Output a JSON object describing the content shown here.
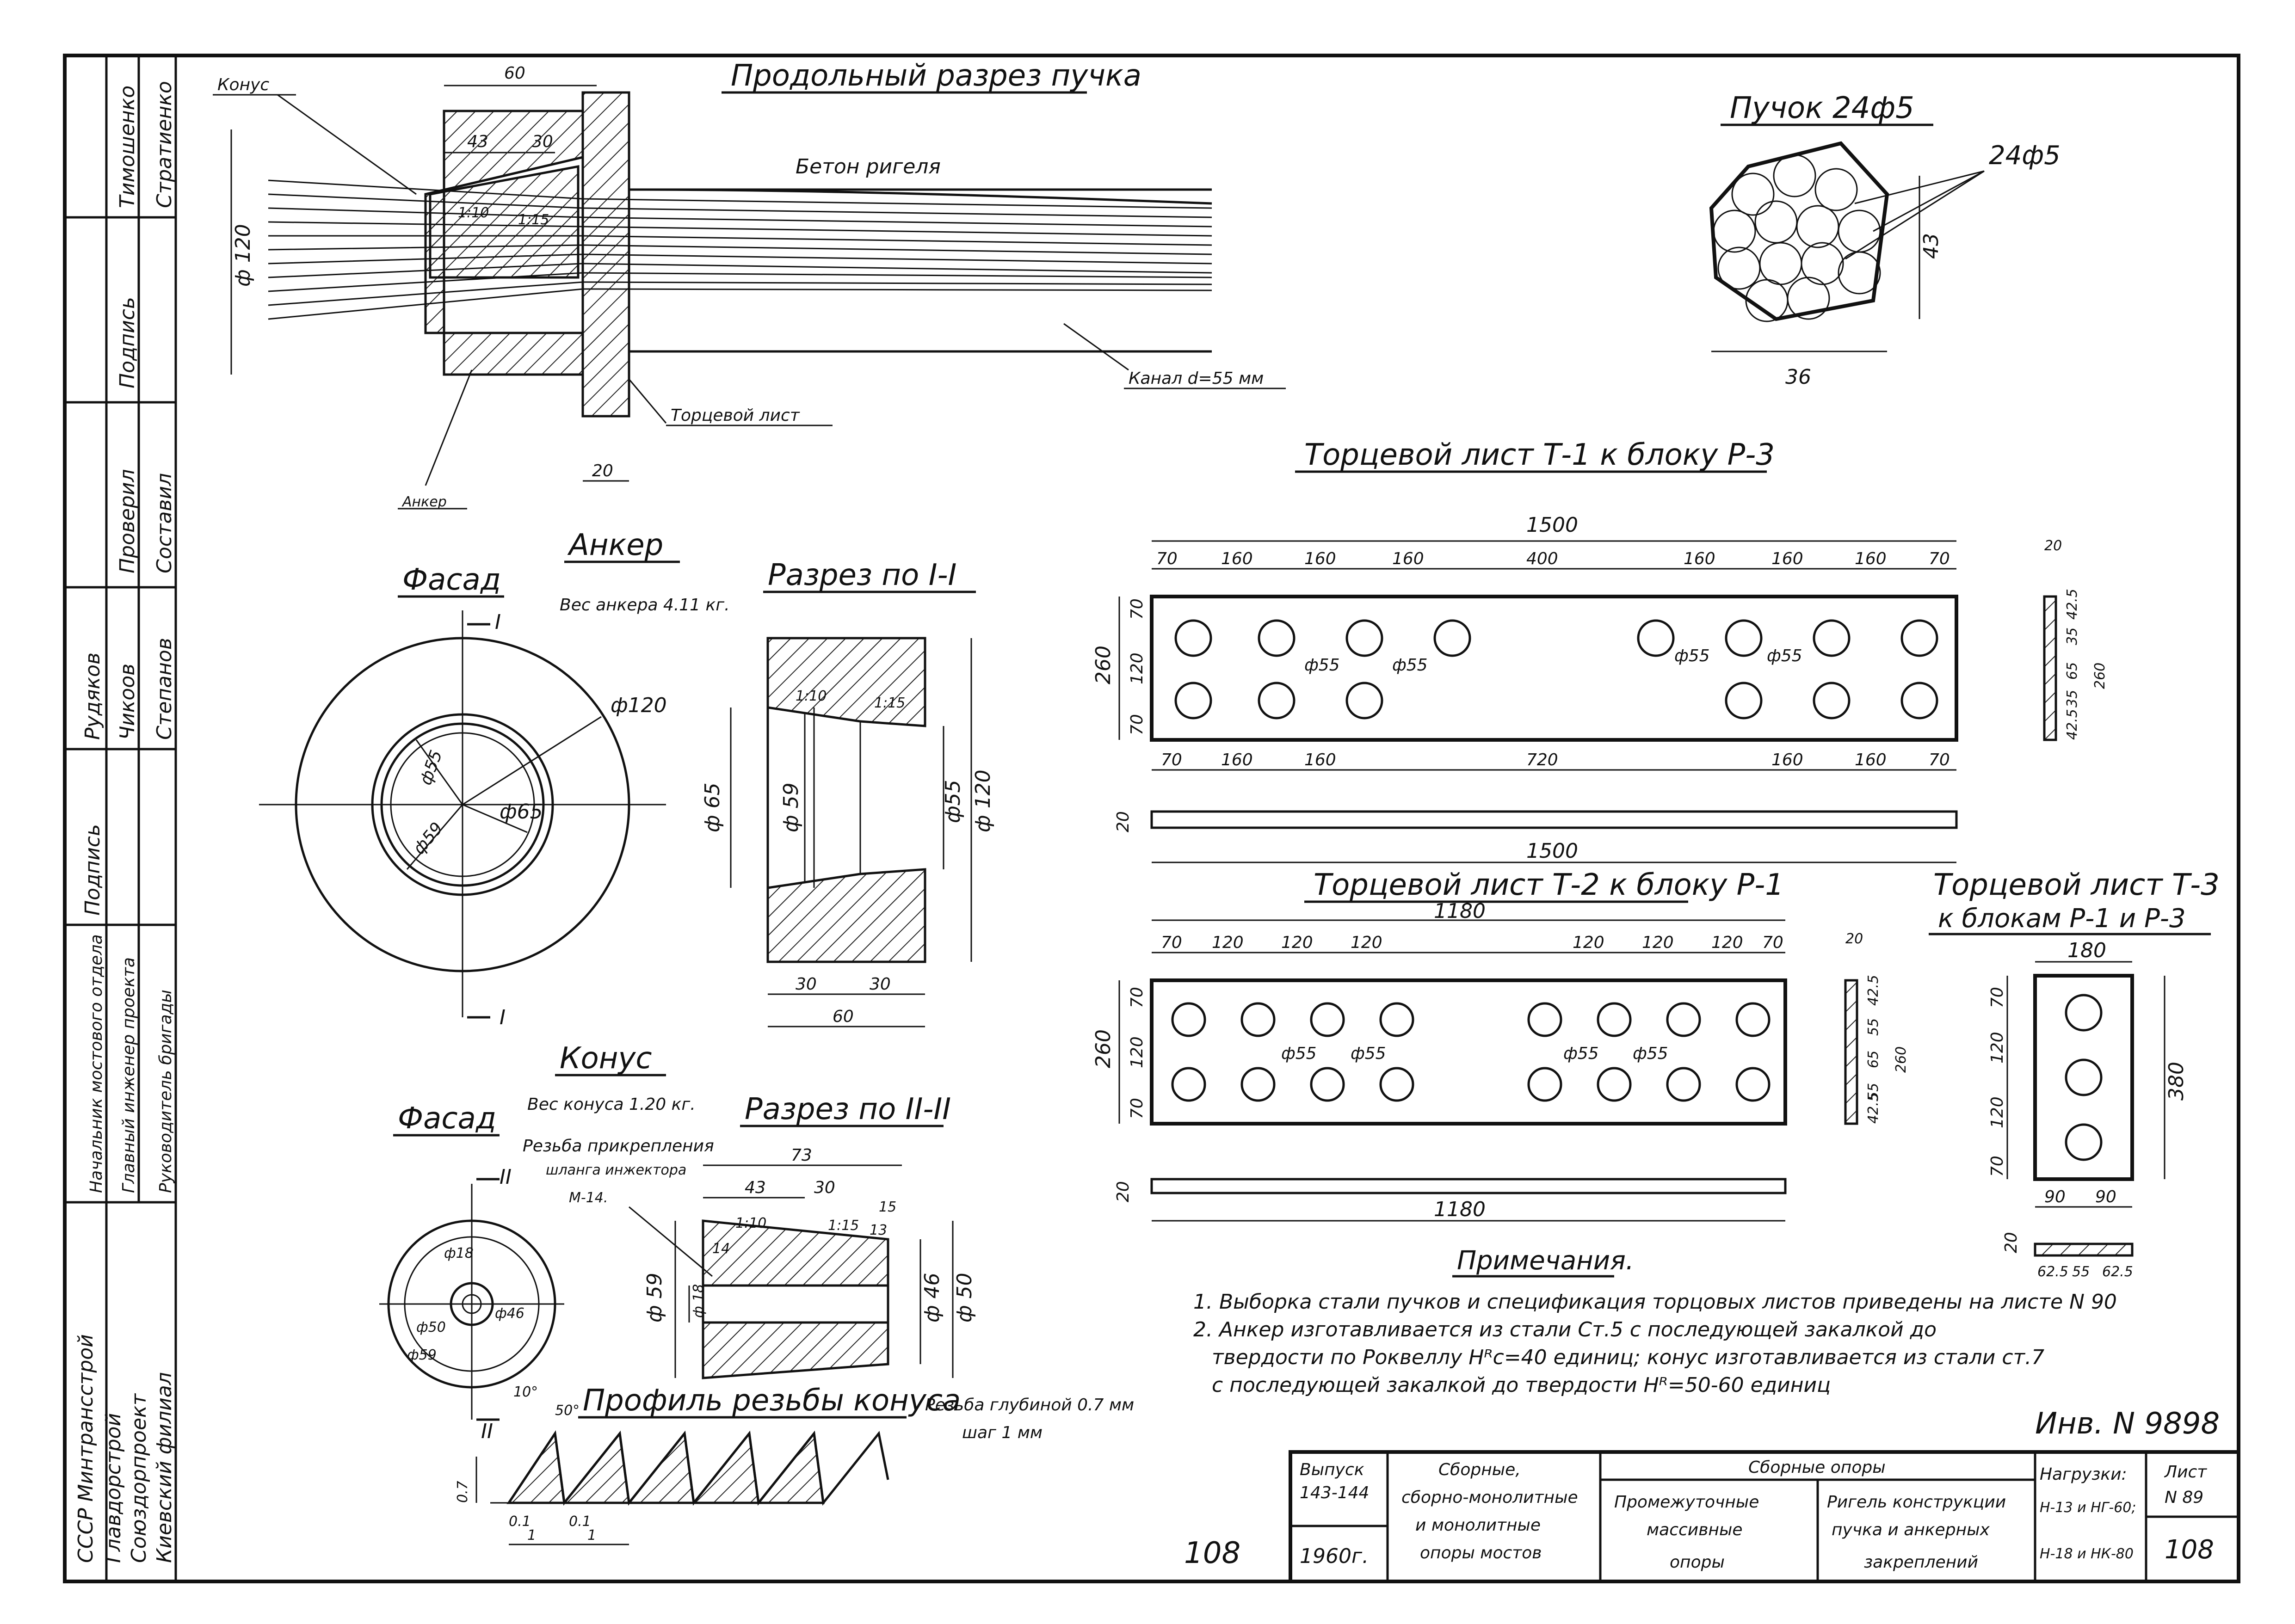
{
  "side_stamp": {
    "names": [
      "Тимошенко",
      "Стратиенко",
      "Подпись",
      "Проверил",
      "Составил",
      "Рудяков",
      "Чикоов",
      "Степанов",
      "Подпись"
    ],
    "roles": [
      "Начальник мостового отдела",
      "Главный инженер проекта",
      "Руководитель бригады"
    ],
    "org": [
      "СССР Минтрансстрой",
      "Главдорстрой",
      "Союздорпроект",
      "Киевский филиал"
    ]
  },
  "long_section": {
    "title": "Продольный разрез пучка",
    "konus": "Конус",
    "dim_60": "60",
    "dim_43": "43",
    "dim_30": "30",
    "slope_1": "1:10",
    "slope_2": "1:15",
    "phi120": "ф 120",
    "concrete": "Бетон ригеля",
    "channel": "Канал d=55 мм",
    "end_plate": "Торцевой лист",
    "dim_20": "20",
    "anchor": "Анкер"
  },
  "bundle": {
    "title": "Пучок 24ф5",
    "callout": "24ф5",
    "dim_43": "43",
    "dim_36": "36"
  },
  "anchor": {
    "title": "Анкер",
    "weight": "Вес анкера 4.11 кг.",
    "facade": "Фасад",
    "mark_I": "I",
    "phi120": "ф120",
    "phi65": "ф65",
    "phi59": "ф59",
    "phi55": "ф55",
    "section_title": "Разрез по I-I",
    "s_slope1": "1:10",
    "s_slope2": "1:15",
    "s_phi65": "ф 65",
    "s_phi59": "ф 59",
    "s_phi55": "ф55",
    "s_phi120": "ф 120",
    "s_30a": "30",
    "s_30b": "30",
    "s_60": "60"
  },
  "cone": {
    "title": "Конус",
    "weight": "Вес конуса 1.20 кг.",
    "facade": "Фасад",
    "mark_II": "II",
    "phi18": "ф18",
    "phi59": "ф59",
    "phi50": "ф50",
    "phi46": "ф46",
    "section_title": "Разрез по II-II",
    "thread_note_1": "Резьба прикрепления",
    "thread_note_2": "шланга инжектора",
    "thread_note_3": "М-14.",
    "d73": "73",
    "d43": "43",
    "d30": "30",
    "d15": "15",
    "sl1": "1:10",
    "sl2": "1:15",
    "sl3": "13",
    "s_phi59": "ф 59",
    "s_phi18": "ф 18",
    "s_phi46": "ф 46",
    "s_phi50": "ф 50",
    "d14": "14"
  },
  "thread_profile": {
    "title": "Профиль резьбы конуса",
    "depth_note_1": "Резьба глубиной 0.7 мм",
    "depth_note_2": "шаг 1 мм",
    "a10": "10°",
    "a50": "50°",
    "d07": "0.7",
    "d01a": "0.1",
    "d01b": "0.1",
    "d1a": "1",
    "d1b": "1"
  },
  "plate_t1": {
    "title": "Торцевой лист Т-1 к блоку Р-3",
    "total": "1500",
    "top_dims": [
      "70",
      "160",
      "160",
      "160",
      "400",
      "160",
      "160",
      "160",
      "70"
    ],
    "bottom_dims": [
      "70",
      "160",
      "160",
      "720",
      "160",
      "160",
      "70"
    ],
    "left_dims": [
      "70",
      "120",
      "70"
    ],
    "h260": "260",
    "phi55": [
      "ф55",
      "ф55",
      "ф55",
      "ф55"
    ],
    "bottom_total": "1500",
    "t20": "20",
    "side_dims": [
      "20",
      "42.5",
      "35",
      "65",
      "35",
      "42.5",
      "260"
    ]
  },
  "plate_t2": {
    "title": "Торцевой лист Т-2 к блоку Р-1",
    "total": "1180",
    "top_dims": [
      "70",
      "120",
      "120",
      "120",
      "120",
      "120",
      "120",
      "70"
    ],
    "left_dims": [
      "70",
      "120",
      "70"
    ],
    "h260": "260",
    "phi55": [
      "ф55",
      "ф55",
      "ф55",
      "ф55"
    ],
    "bottom_total": "1180",
    "t20": "20",
    "side_dims": [
      "20",
      "42.5",
      "55",
      "65",
      "55",
      "42.5",
      "260"
    ]
  },
  "plate_t3": {
    "title_1": "Торцевой лист Т-3",
    "title_2": "к блокам Р-1 и Р-3",
    "w180": "180",
    "left_dims": [
      "70",
      "120",
      "120",
      "70"
    ],
    "h380": "380",
    "bottom_dims": [
      "90",
      "90"
    ],
    "t20": "20",
    "side_dims": [
      "62.5",
      "55",
      "62.5"
    ]
  },
  "notes": {
    "title": "Примечания.",
    "lines": [
      "1. Выборка стали пучков и спецификация торцовых листов приведены на листе N 90",
      "2. Анкер изготавливается из стали Ст.5 с последующей закалкой до",
      "твердости по Роквеллу Hᴿc=40 единиц; конус изготавливается из стали ст.7",
      "с последующей закалкой до твердости Hᴿ=50-60 единиц"
    ]
  },
  "inv": "Инв. N 9898",
  "title_block": {
    "issue_label": "Выпуск",
    "issue": "143-144",
    "year": "1960г.",
    "series_1": "Сборные,",
    "series_2": "сборно-монолитные",
    "series_3": "и монолитные",
    "series_4": "опоры мостов",
    "group": "Сборные опоры",
    "type_1": "Промежуточные",
    "type_2": "массивные",
    "type_3": "опоры",
    "subject_1": "Ригель конструкции",
    "subject_2": "пучка и анкерных",
    "subject_3": "закреплений",
    "loads_label": "Нагрузки:",
    "loads_1": "Н-13 и НГ-60;",
    "loads_2": "Н-18 и НК-80",
    "sheet_label": "Лист",
    "sheet_no": "N 89",
    "page": "108",
    "page_left": "108"
  }
}
